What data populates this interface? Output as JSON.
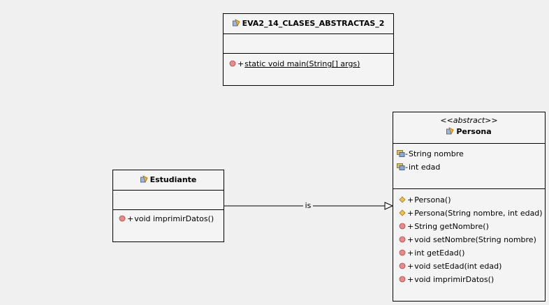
{
  "classes": {
    "main": {
      "name": "EVA2_14_CLASES_ABSTRACTAS_2",
      "attributes": [],
      "operations": [
        {
          "vis": "+",
          "sig": "static void main(String[] args)",
          "icon": "public-method-icon",
          "static": true
        }
      ]
    },
    "estudiante": {
      "name": "Estudiante",
      "attributes": [],
      "operations": [
        {
          "vis": "+",
          "sig": "void imprimirDatos()",
          "icon": "public-method-icon"
        }
      ]
    },
    "persona": {
      "stereotype": "<<abstract>>",
      "name": "Persona",
      "attributes": [
        {
          "vis": "-",
          "sig": "String nombre",
          "icon": "private-field-icon"
        },
        {
          "vis": "-",
          "sig": "int edad",
          "icon": "private-field-icon"
        }
      ],
      "operations": [
        {
          "vis": "+",
          "sig": "Persona()",
          "icon": "constructor-icon"
        },
        {
          "vis": "+",
          "sig": "Persona(String nombre, int edad)",
          "icon": "constructor-icon"
        },
        {
          "vis": "+",
          "sig": "String getNombre()",
          "icon": "public-method-icon"
        },
        {
          "vis": "+",
          "sig": "void setNombre(String nombre)",
          "icon": "public-method-icon"
        },
        {
          "vis": "+",
          "sig": "int getEdad()",
          "icon": "public-method-icon"
        },
        {
          "vis": "+",
          "sig": "void setEdad(int edad)",
          "icon": "public-method-icon"
        },
        {
          "vis": "+",
          "sig": "void imprimirDatos()",
          "icon": "public-method-icon"
        }
      ]
    }
  },
  "relations": {
    "generalization": {
      "label": "is",
      "from": "Estudiante",
      "to": "Persona"
    }
  }
}
